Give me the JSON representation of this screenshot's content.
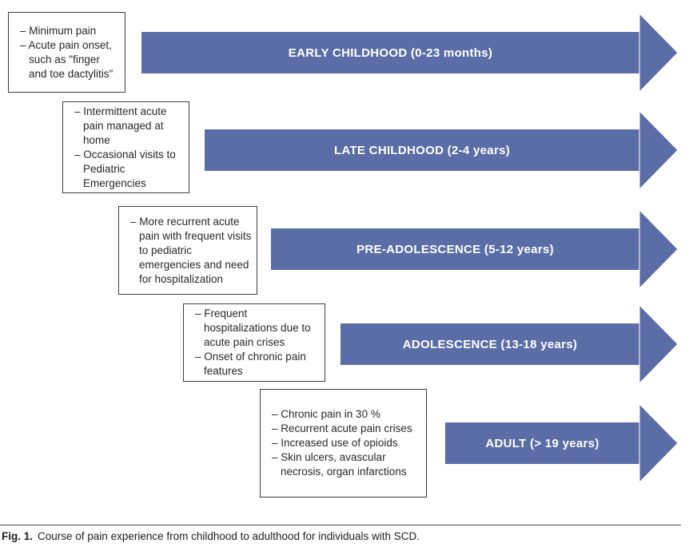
{
  "colors": {
    "arrow_fill": "#5b6da6",
    "arrow_label": "#ffffff",
    "box_border": "#3d3d3d",
    "ink": "#282828",
    "rule": "#4a4a4a"
  },
  "stages": [
    {
      "label": "EARLY CHILDHOOD (0-23 months)",
      "bullets": [
        "– Minimum pain",
        "– Acute pain onset, such as \"finger and toe dactylitis\""
      ]
    },
    {
      "label": "LATE CHILDHOOD (2-4 years)",
      "bullets": [
        "– Intermittent acute pain managed at home",
        "– Occasional visits to Pediatric Emergencies"
      ]
    },
    {
      "label": "PRE-ADOLESCENCE (5-12 years)",
      "bullets": [
        "– More recurrent acute pain with frequent visits to pediatric emergencies and need for hospitalization"
      ]
    },
    {
      "label": "ADOLESCENCE (13-18 years)",
      "bullets": [
        "– Frequent hospitalizations due to acute pain crises",
        "– Onset of chronic pain features"
      ]
    },
    {
      "label": "ADULT (> 19 years)",
      "bullets": [
        "– Chronic pain in 30 %",
        "– Recurrent acute pain crises",
        "– Increased use of opioids",
        "– Skin ulcers, avascular necrosis, organ infarctions"
      ]
    }
  ],
  "caption": {
    "label": "Fig. 1.",
    "text": "Course of pain experience from childhood to adulthood for individuals with SCD."
  }
}
